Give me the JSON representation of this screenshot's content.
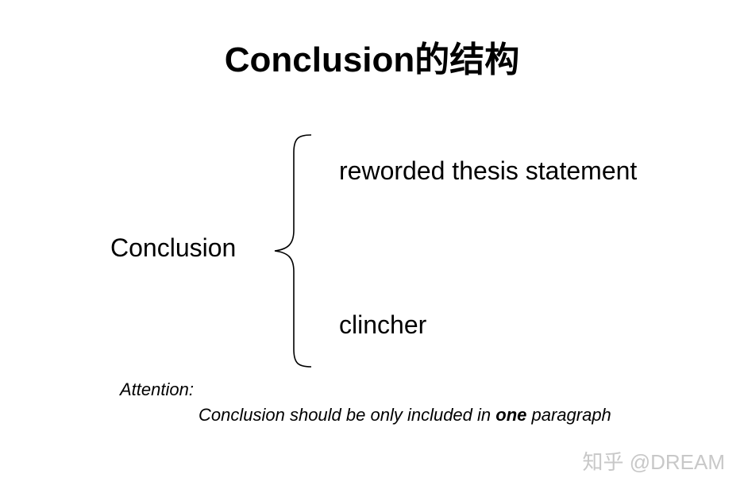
{
  "title": "Conclusion的结构",
  "diagram": {
    "root": "Conclusion",
    "branches": [
      "reworded thesis statement",
      "clincher"
    ]
  },
  "note": {
    "label": "Attention:",
    "text_before": "Conclusion should be only included in ",
    "emphasis": "one",
    "text_after": " paragraph"
  },
  "watermark": "知乎 @DREAM"
}
